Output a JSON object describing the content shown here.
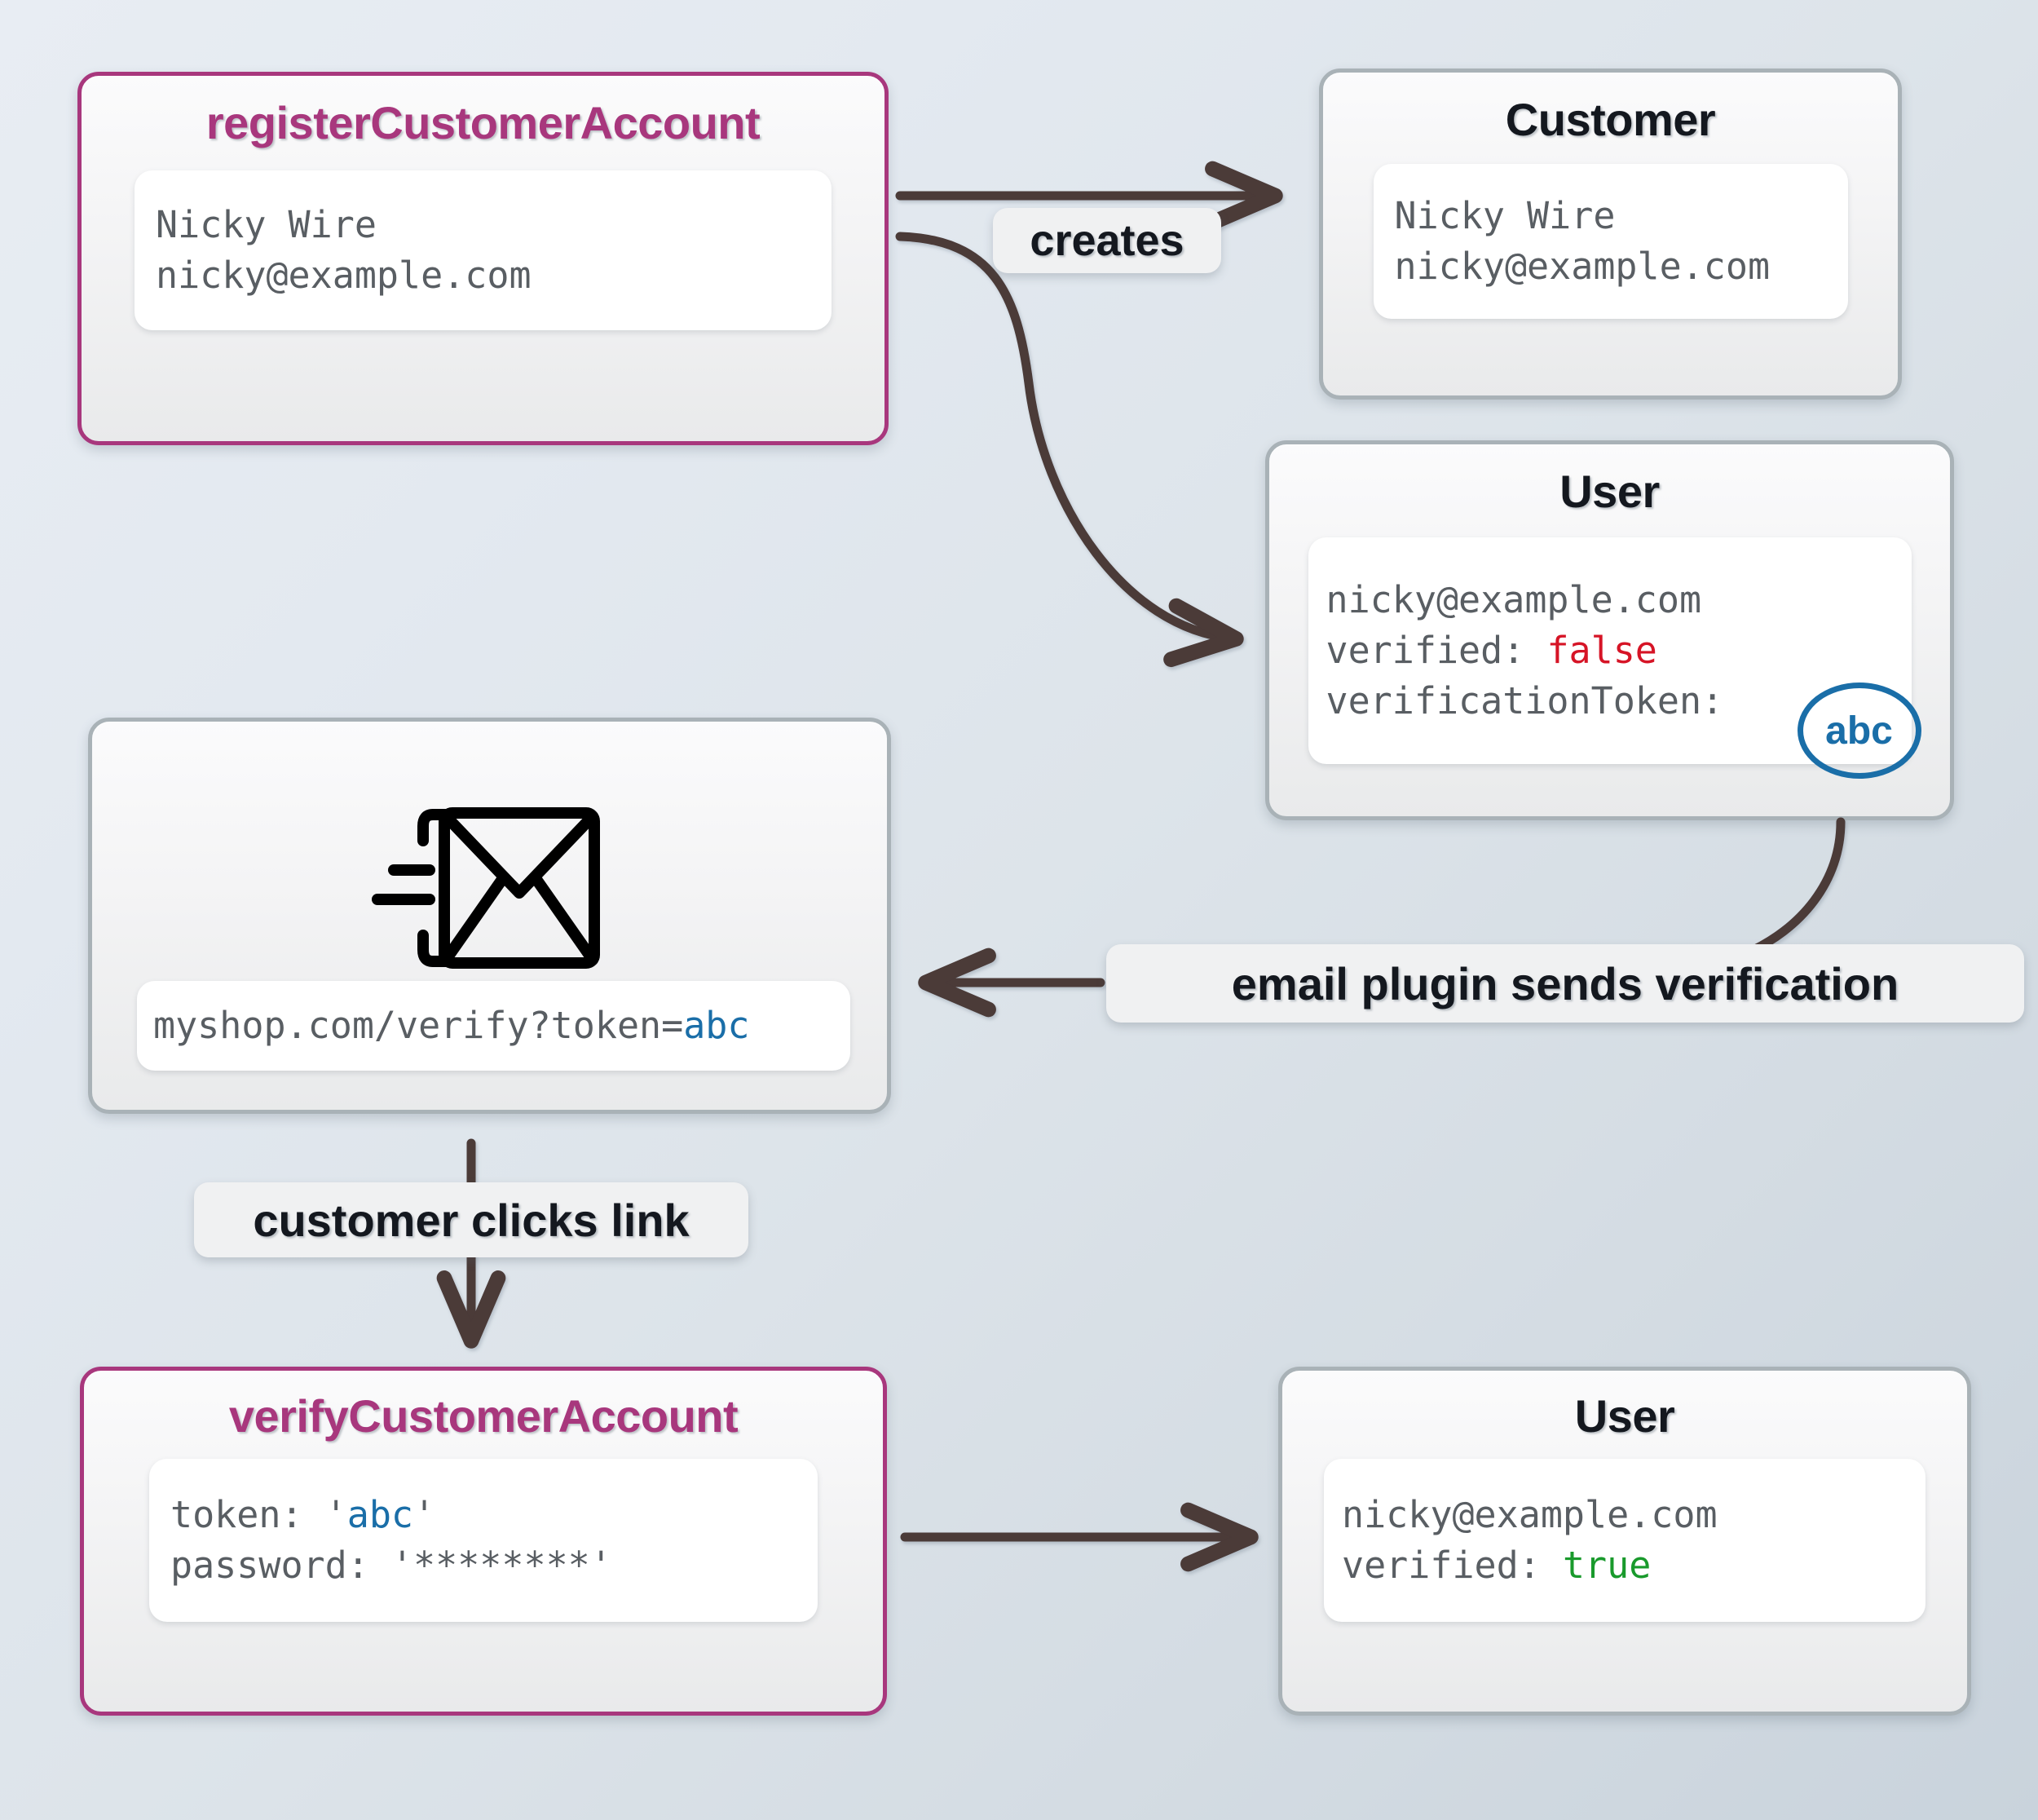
{
  "diagram": {
    "title_colors": {
      "magenta": "#a8377d",
      "grey_title": "#14181f",
      "blue": "#1a6ea8",
      "red": "#d61426",
      "green": "#199a2c",
      "edge": "#4b3a38"
    },
    "nodes": {
      "register": {
        "title": "registerCustomerAccount",
        "lines": [
          "Nicky Wire",
          "nicky@example.com"
        ]
      },
      "customer": {
        "title": "Customer",
        "lines": [
          "Nicky Wire",
          "nicky@example.com"
        ]
      },
      "user_unverified": {
        "title": "User",
        "line_email": "nicky@example.com",
        "line_verified_key": "verified: ",
        "line_verified_value": "false",
        "line_token_key": "verificationToken:",
        "token_value": "abc"
      },
      "email": {
        "icon": "envelope-send-icon",
        "link_prefix": "myshop.com/verify?token=",
        "link_token": "abc"
      },
      "verify": {
        "title": "verifyCustomerAccount",
        "token_key": "token: ",
        "token_quote_open": "'",
        "token_value": "abc",
        "token_quote_close": "'",
        "password_line": "password: '********'"
      },
      "user_verified": {
        "title": "User",
        "line_email": "nicky@example.com",
        "line_verified_key": "verified: ",
        "line_verified_value": "true"
      }
    },
    "edges": {
      "creates": "creates",
      "email_plugin": "email plugin sends verification",
      "customer_clicks": "customer clicks link"
    }
  }
}
